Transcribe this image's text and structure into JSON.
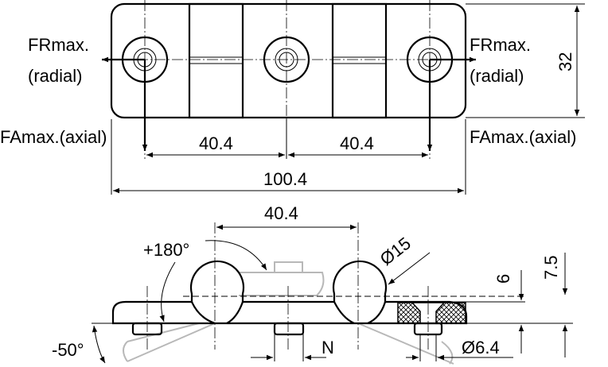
{
  "top_view": {
    "force_radial_left": "FRmax.",
    "radial_left": "(radial)",
    "force_radial_right": "FRmax.",
    "radial_right": "(radial)",
    "force_axial_left": "FAmax.(axial)",
    "force_axial_right": "FAmax.(axial)",
    "dim_pitch_left": "40.4",
    "dim_pitch_right": "40.4",
    "dim_length": "100.4",
    "dim_width": "32"
  },
  "side_view": {
    "dim_pitch": "40.4",
    "angle_open": "+180°",
    "angle_close": "-50°",
    "dim_knuckle_dia": "Ø15",
    "dim_height_6": "6",
    "dim_height_7_5": "7.5",
    "dim_N": "N",
    "dim_bore": "Ø6.4"
  }
}
